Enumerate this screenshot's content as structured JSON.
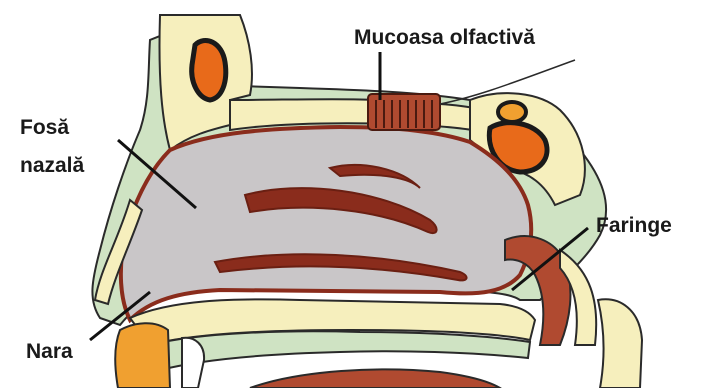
{
  "labels": {
    "olfactory_mucosa": "Mucoasa olfactivă",
    "nasal_fossa_line1": "Fosă",
    "nasal_fossa_line2": "nazală",
    "pharynx": "Faringe",
    "nostril": "Nara"
  },
  "colors": {
    "cavity": "#c9c6c8",
    "mucosa_border": "#8a2c1c",
    "bone_yellow": "#f6efbd",
    "tissue_green": "#cfe3c3",
    "outline": "#2a2a2a",
    "sinus_orange": "#e86a1a",
    "olfactory": "#b04a30",
    "cartilage_orange": "#f0a030"
  }
}
